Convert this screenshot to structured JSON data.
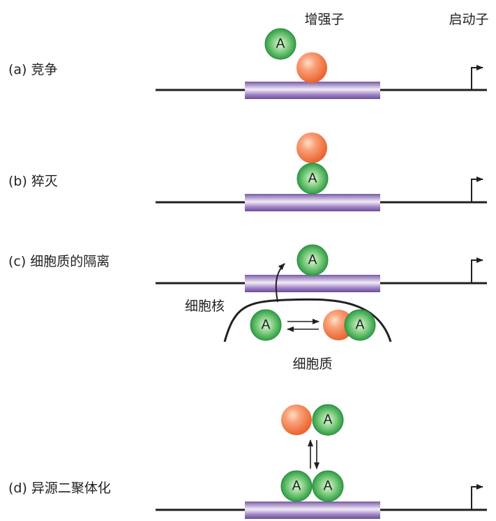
{
  "headers": {
    "enhancer": "增强子",
    "promoter": "启动子"
  },
  "panels": [
    {
      "id": "a",
      "label": "(a) 竞争"
    },
    {
      "id": "b",
      "label": "(b) 猝灭"
    },
    {
      "id": "c",
      "label": "(c) 细胞质的隔离"
    },
    {
      "id": "d",
      "label": "(d) 异源二聚体化"
    }
  ],
  "compartments": {
    "nucleus": "细胞核",
    "cytoplasm": "细胞质"
  },
  "activator_letter": "A",
  "colors": {
    "dna": "#231f20",
    "enhancer_bar": "#9b7cc0",
    "activator": "#3aa84e",
    "repressor": "#f07f4a"
  }
}
